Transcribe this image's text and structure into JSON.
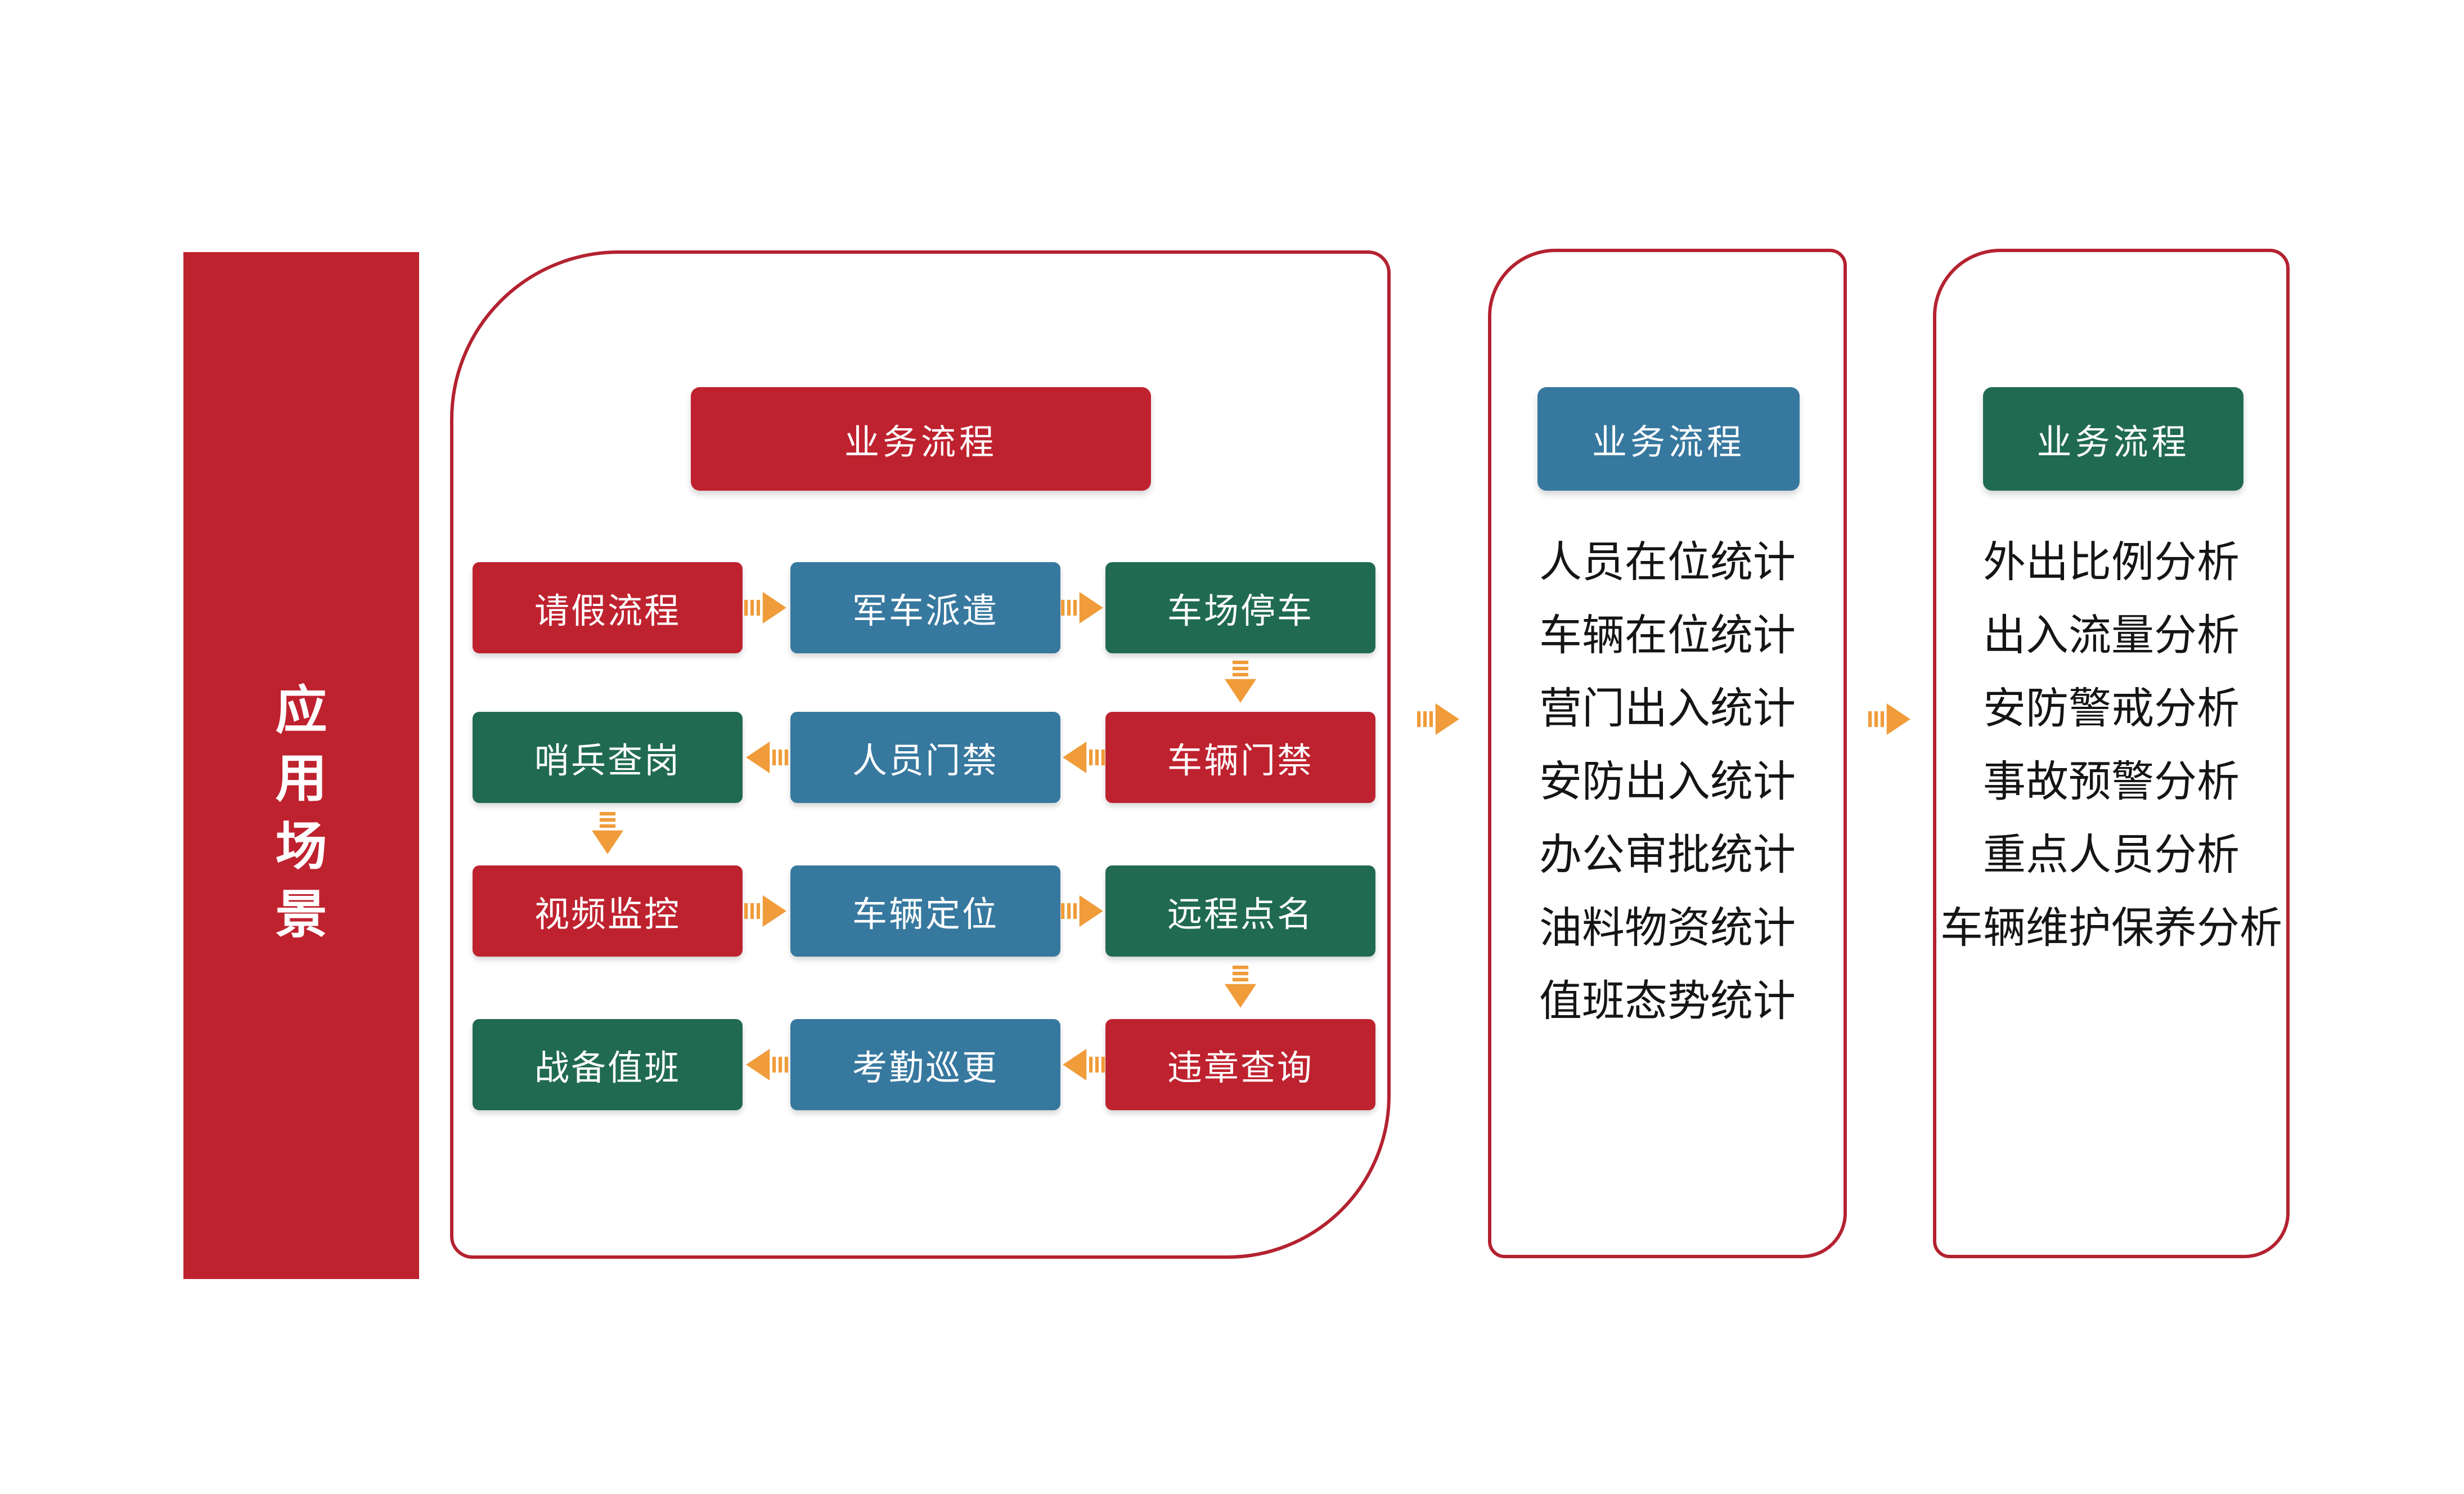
{
  "colors": {
    "red": "#bf222f",
    "blue": "#37789f",
    "green": "#206a51",
    "orange": "#f09c3a",
    "panel_border": "#b42230",
    "list_text": "#151515"
  },
  "sidebar": {
    "label": "应用场景",
    "chars": [
      "应",
      "用",
      "场",
      "景"
    ]
  },
  "panel_flow": {
    "header": "业务流程",
    "grid": [
      [
        {
          "label": "请假流程",
          "color": "red"
        },
        {
          "label": "军车派遣",
          "color": "blue"
        },
        {
          "label": "车场停车",
          "color": "green"
        }
      ],
      [
        {
          "label": "哨兵查岗",
          "color": "green"
        },
        {
          "label": "人员门禁",
          "color": "blue"
        },
        {
          "label": "车辆门禁",
          "color": "red"
        }
      ],
      [
        {
          "label": "视频监控",
          "color": "red"
        },
        {
          "label": "车辆定位",
          "color": "blue"
        },
        {
          "label": "远程点名",
          "color": "green"
        }
      ],
      [
        {
          "label": "战备值班",
          "color": "green"
        },
        {
          "label": "考勤巡更",
          "color": "blue"
        },
        {
          "label": "违章查询",
          "color": "red"
        }
      ]
    ]
  },
  "panel_stats": {
    "header": "业务流程",
    "items": [
      "人员在位统计",
      "车辆在位统计",
      "营门出入统计",
      "安防出入统计",
      "办公审批统计",
      "油料物资统计",
      "值班态势统计"
    ]
  },
  "panel_analysis": {
    "header": "业务流程",
    "items": [
      "外出比例分析",
      "出入流量分析",
      "安防警戒分析",
      "事故预警分析",
      "重点人员分析",
      "车辆维护保养分析"
    ]
  }
}
